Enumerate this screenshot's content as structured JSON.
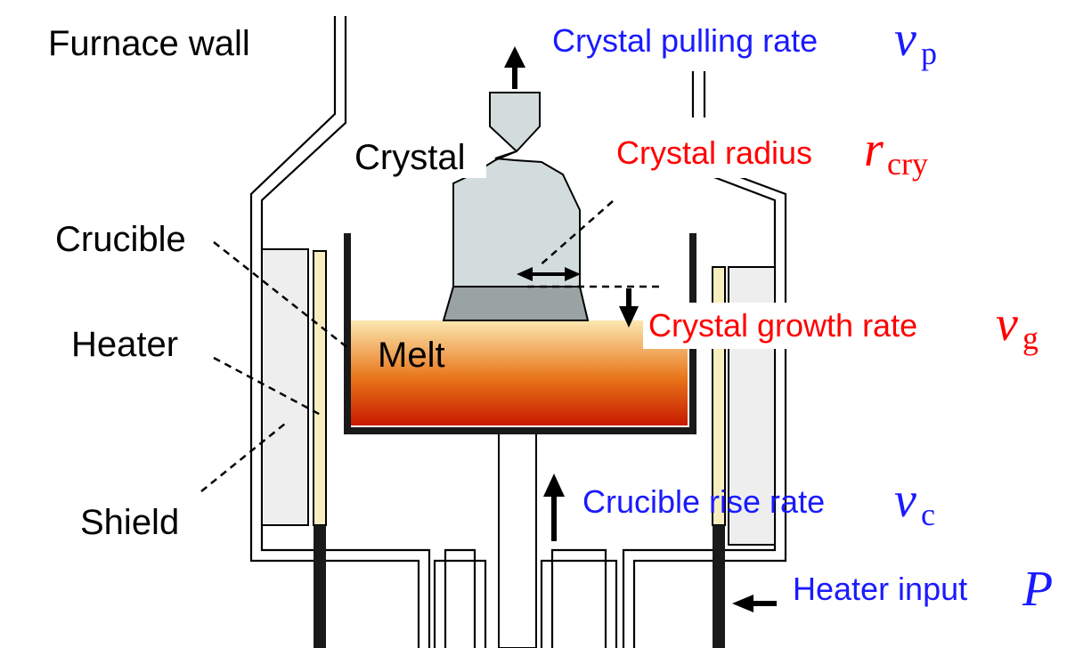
{
  "labels": {
    "furnace_wall": "Furnace wall",
    "crystal": "Crystal",
    "crucible": "Crucible",
    "heater": "Heater",
    "shield": "Shield",
    "melt": "Melt"
  },
  "parameters": {
    "pulling_rate": {
      "text": "Crystal pulling rate",
      "symbol": "v",
      "subscript": "p",
      "color": "#1a1aff"
    },
    "crystal_radius": {
      "text": "Crystal radius",
      "symbol": "r",
      "subscript": "cry",
      "color": "#ff0000"
    },
    "growth_rate": {
      "text": "Crystal growth rate",
      "symbol": "v",
      "subscript": "g",
      "color": "#ff0000"
    },
    "crucible_rise_rate": {
      "text": "Crucible rise rate",
      "symbol": "v",
      "subscript": "c",
      "color": "#1a1aff"
    },
    "heater_input": {
      "text": "Heater input",
      "symbol": "P",
      "color": "#1a1aff"
    }
  },
  "colors": {
    "crystal_body": "#d3dcdc",
    "crystal_interface": "#9aa3a3",
    "melt_top": "#fbe8b0",
    "melt_mid": "#e8751a",
    "melt_bottom": "#c81a00",
    "shield": "#eeeeee",
    "heater": "#f7eec0"
  }
}
